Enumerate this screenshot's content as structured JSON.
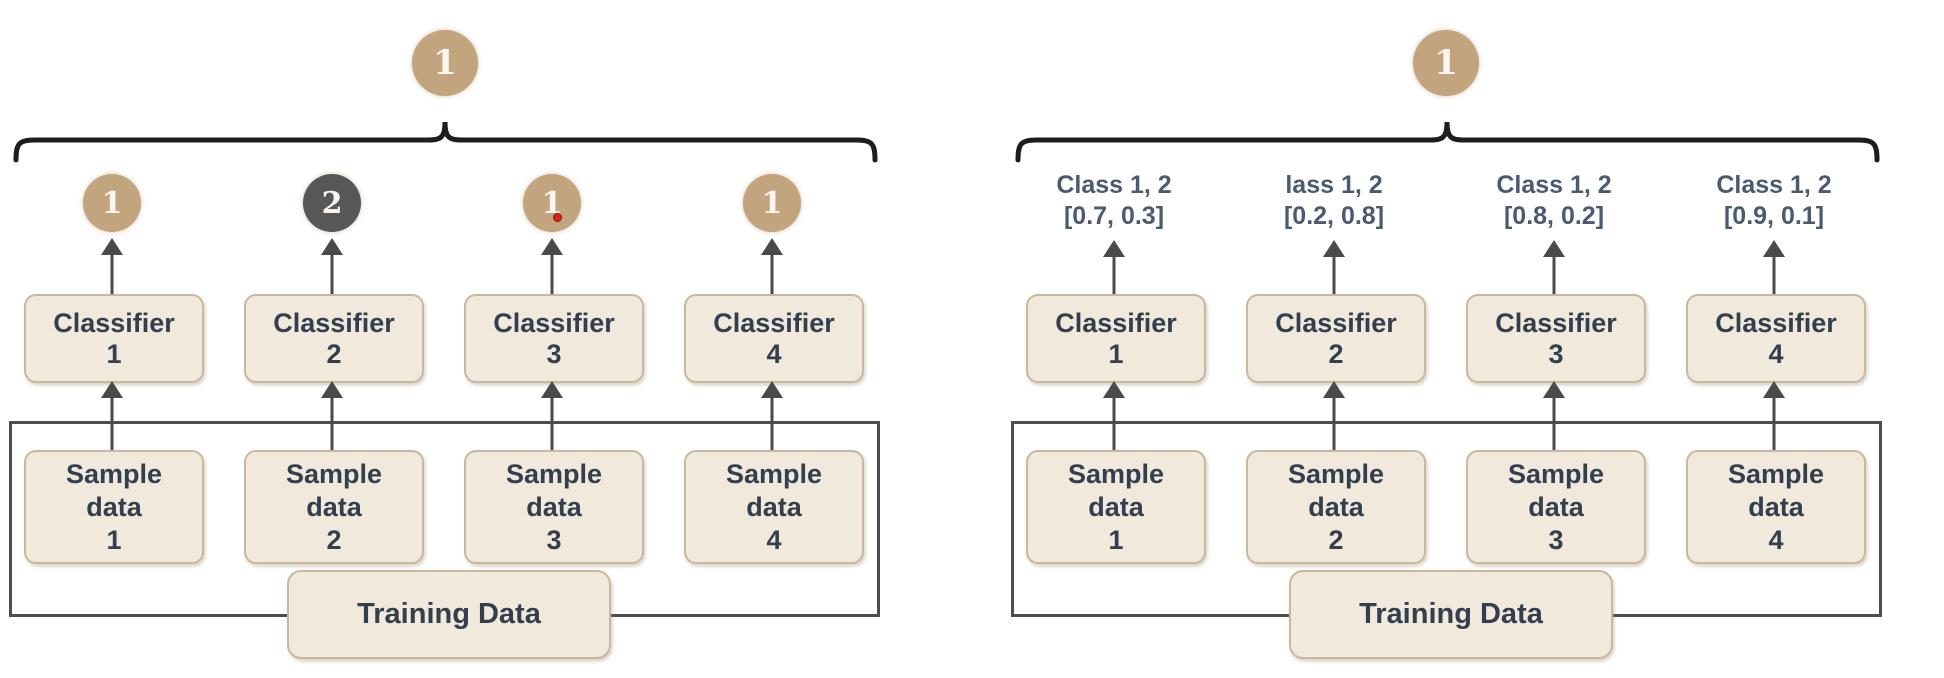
{
  "colors": {
    "tan_circle": "#c2a47f",
    "dark_circle": "#575757",
    "box_fill": "#f0e9dc",
    "box_border": "#c9b89d",
    "box_text": "#333f4e",
    "prediction_text": "#4b5a70",
    "arrow": "#4a4a4a",
    "brace": "#1d1d1d",
    "container_border": "#4e4e4e",
    "cursor_dot": "#d3261a"
  },
  "left_diagram": {
    "badge": "1",
    "votes": [
      {
        "value": "1",
        "color": "#c2a47f"
      },
      {
        "value": "2",
        "color": "#575757"
      },
      {
        "value": "1",
        "color": "#c2a47f"
      },
      {
        "value": "1",
        "color": "#c2a47f"
      }
    ],
    "classifiers": [
      "Classifier\n1",
      "Classifier\n2",
      "Classifier\n3",
      "Classifier\n4"
    ],
    "samples": [
      "Sample\ndata\n1",
      "Sample\ndata\n2",
      "Sample\ndata\n3",
      "Sample\ndata\n4"
    ],
    "training_label": "Training Data"
  },
  "right_diagram": {
    "badge": "1",
    "predictions": [
      "Class 1, 2\n[0.7, 0.3]",
      "lass 1, 2\n[0.2, 0.8]",
      "Class 1, 2\n[0.8, 0.2]",
      "Class 1, 2\n[0.9, 0.1]"
    ],
    "classifiers": [
      "Classifier\n1",
      "Classifier\n2",
      "Classifier\n3",
      "Classifier\n4"
    ],
    "samples": [
      "Sample\ndata\n1",
      "Sample\ndata\n2",
      "Sample\ndata\n3",
      "Sample\ndata\n4"
    ],
    "training_label": "Training Data"
  }
}
